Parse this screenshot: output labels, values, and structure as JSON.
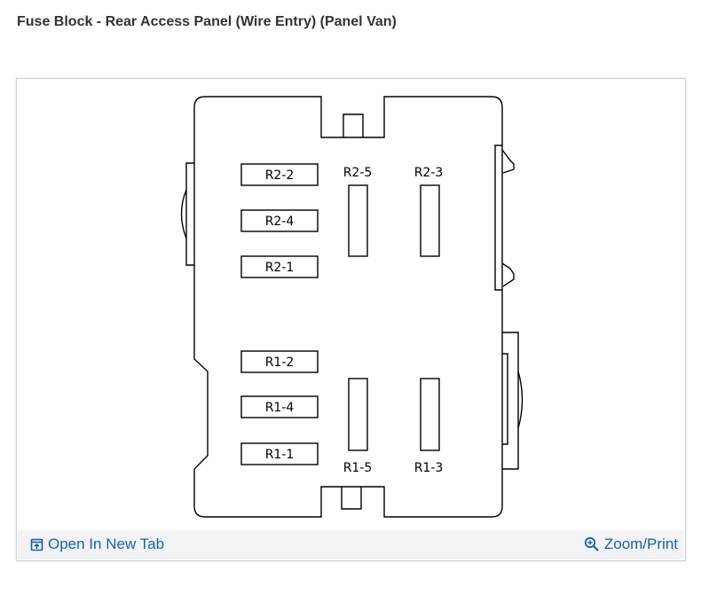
{
  "page": {
    "title": "Fuse Block - Rear Access Panel (Wire Entry) (Panel Van)"
  },
  "diagram": {
    "fuses_left": [
      "R2-2",
      "R2-4",
      "R2-1",
      "R1-2",
      "R1-4",
      "R1-1"
    ],
    "relays": [
      "R2-5",
      "R2-3",
      "R1-5",
      "R1-3"
    ]
  },
  "toolbar": {
    "open_tab_label": "Open In New Tab",
    "open_tab_icon": "open-new-tab-icon",
    "zoom_label": "Zoom/Print",
    "zoom_icon": "zoom-in-icon",
    "link_color": "#1d5fa8"
  }
}
